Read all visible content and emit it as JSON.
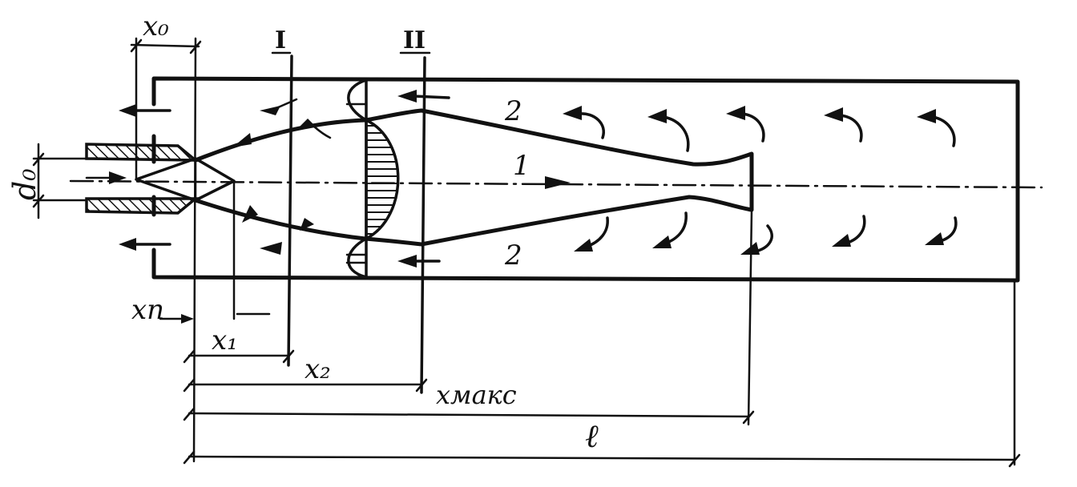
{
  "labels": {
    "x0": "x₀",
    "d0": "d₀",
    "section1": "I",
    "section2": "II",
    "zone1": "1",
    "zone2_top": "2",
    "zone2_bottom": "2",
    "xn": "xп",
    "x1": "x₁",
    "x2": "x₂",
    "xmax": "xмакс",
    "l": "ℓ"
  },
  "colors": {
    "ink": "#111111",
    "paper": "#ffffff"
  }
}
